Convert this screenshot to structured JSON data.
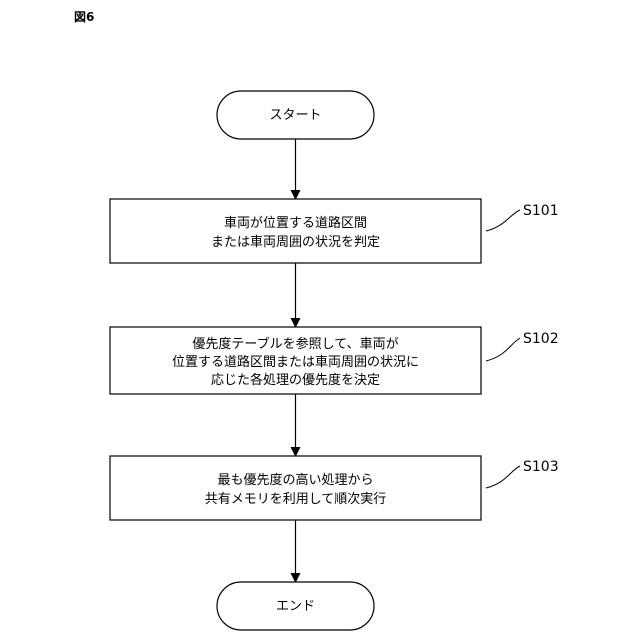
{
  "figure": {
    "label": "図6"
  },
  "flow": {
    "start": "スタート",
    "end": "エンド",
    "steps": [
      {
        "id": "S101",
        "lines": [
          "車両が位置する道路区間",
          "または車両周囲の状況を判定"
        ]
      },
      {
        "id": "S102",
        "lines": [
          "優先度テーブルを参照して、車両が",
          "位置する道路区間または車両周囲の状況に",
          "応じた各処理の優先度を決定"
        ]
      },
      {
        "id": "S103",
        "lines": [
          "最も優先度の高い処理から",
          "共有メモリを利用して順次実行"
        ]
      }
    ]
  }
}
